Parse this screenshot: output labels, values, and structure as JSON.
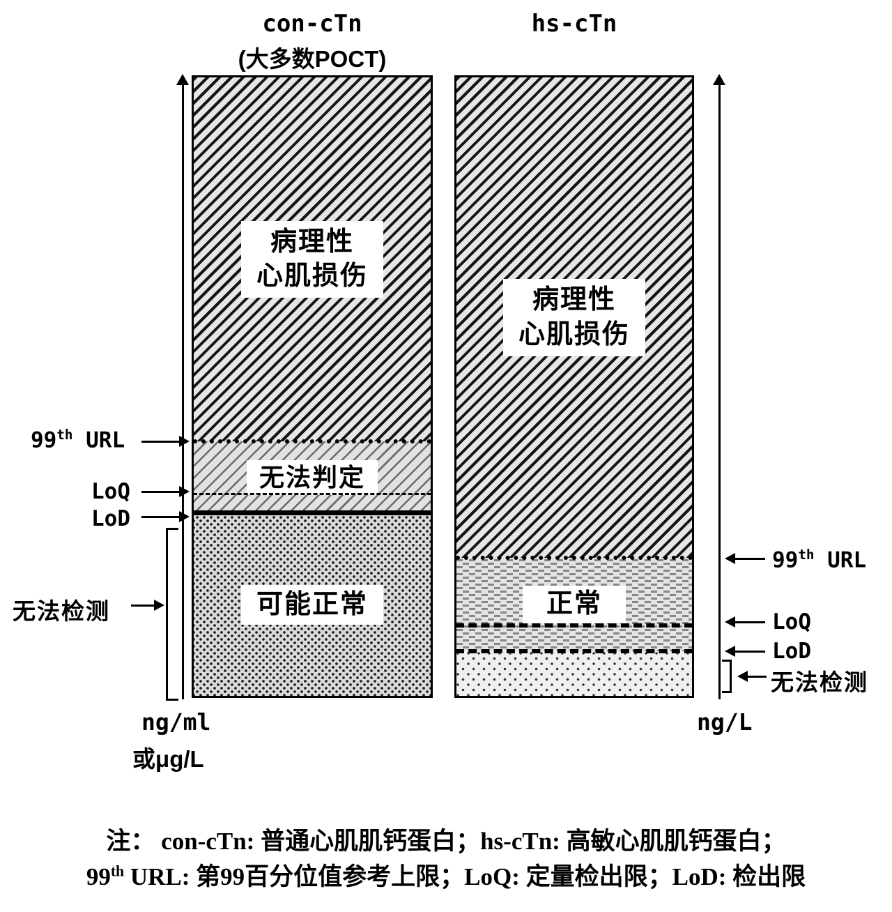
{
  "left_bar": {
    "title": "con-cTn",
    "subtitle": "(大多数POCT)",
    "zone_pathological_line1": "病理性",
    "zone_pathological_line2": "心肌损伤",
    "zone_indeterminate": "无法判定",
    "zone_possibly_normal": "可能正常",
    "unit_line1": "ng/ml",
    "unit_line2": "或μg/L",
    "label_url_num": "99",
    "label_url_sup": "th",
    "label_url_text": " URL",
    "label_loq": "LoQ",
    "label_lod": "LoD",
    "label_undetectable": "无法检测"
  },
  "right_bar": {
    "title": "hs-cTn",
    "zone_pathological_line1": "病理性",
    "zone_pathological_line2": "心肌损伤",
    "zone_normal": "正常",
    "unit": "ng/L",
    "label_url_num": "99",
    "label_url_sup": "th",
    "label_url_text": " URL",
    "label_loq": "LoQ",
    "label_lod": "LoD",
    "label_undetectable": "无法检测"
  },
  "note": {
    "line1": "注： con-cTn: 普通心肌肌钙蛋白；hs-cTn: 高敏心肌肌钙蛋白；",
    "line2_pre": "99",
    "line2_sup": "th",
    "line2_post": " URL: 第99百分位值参考上限；LoQ: 定量检出限；LoD: 检出限"
  },
  "colors": {
    "ink": "#000000",
    "background": "#ffffff"
  }
}
